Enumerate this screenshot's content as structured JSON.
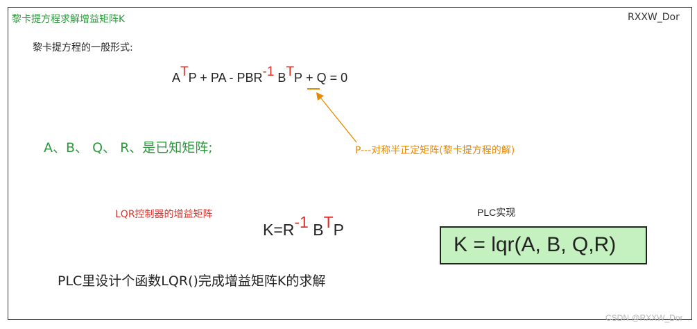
{
  "title": "黎卡提方程求解增益矩阵K",
  "author": "RXXW_Dor",
  "subheading": "黎卡提方程的一般形式:",
  "riccati": {
    "a": "A",
    "t1": "T",
    "part1": "P + PA - PBR",
    "inv": "-1",
    "b": " B",
    "t2": "T",
    "p": "P",
    "part2": " + Q = 0"
  },
  "known_matrices": "A、B、 Q、 R、是已知矩阵;",
  "p_note": "P---对称半正定矩阵(黎卡提方程的解)",
  "lqr_gain_label": "LQR控制器的增益矩阵",
  "gain_eq": {
    "k": "K=R",
    "inv": "-1",
    "b": " B",
    "t": "T",
    "p": "P"
  },
  "plc_label": "PLC实现",
  "lqr_call": "K = lqr(A,  B, Q,R)",
  "bottom_text": "PLC里设计个函数LQR()完成增益矩阵K的求解",
  "watermark": "CSDN @RXXW_Dor",
  "colors": {
    "green": "#2e9a3e",
    "red": "#e0302a",
    "orange": "#e88a00",
    "box_fill": "#c5f0c0"
  }
}
